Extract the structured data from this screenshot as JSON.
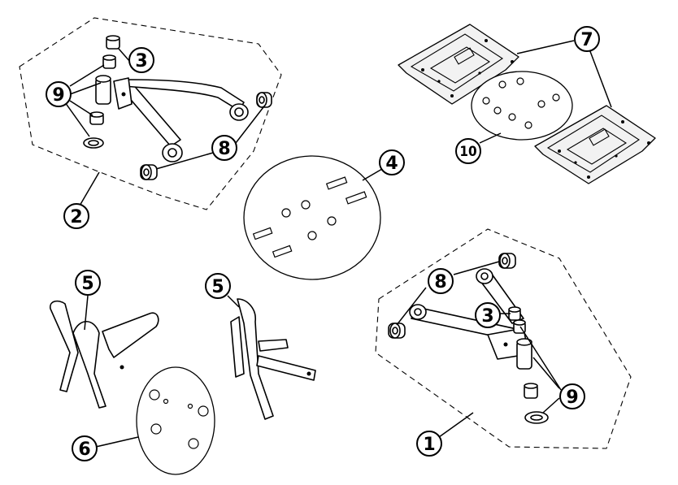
{
  "callouts": {
    "c1": "1",
    "c2": "2",
    "c3a": "3",
    "c3b": "3",
    "c4": "4",
    "c5a": "5",
    "c5b": "5",
    "c6": "6",
    "c7": "7",
    "c8a": "8",
    "c8b": "8",
    "c9a": "9",
    "c9b": "9",
    "c10": "10"
  },
  "groups": {
    "upper_arm": "upper-arm-assembly-2",
    "lower_arm": "lower-arm-assembly-1",
    "plates": "mounting-plates-7",
    "plate_hardware": "plate-hardware-kit-10",
    "bolt_kit": "bolt-kit-4",
    "brackets": "brackets-5",
    "bracket_hardware": "bracket-hardware-kit-6"
  }
}
